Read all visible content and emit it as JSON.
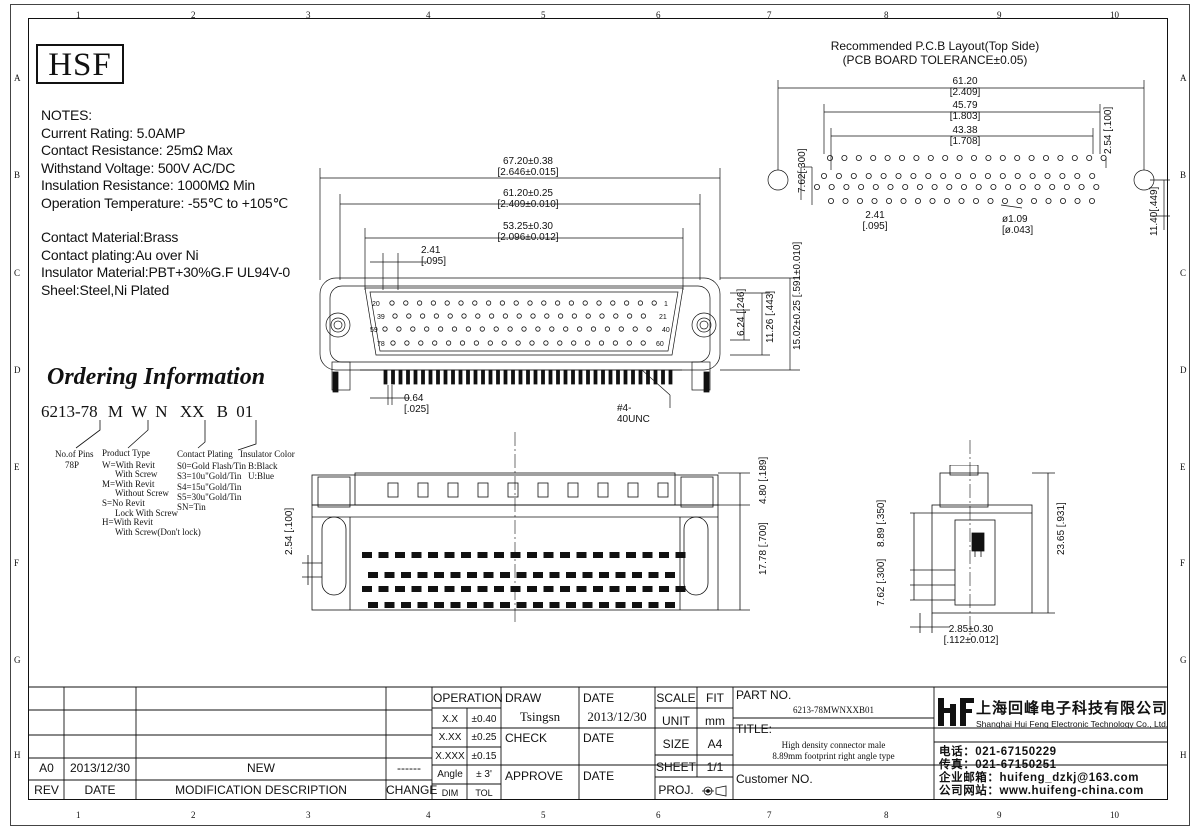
{
  "logo": {
    "text": "HSF"
  },
  "zones": {
    "cols": [
      "1",
      "2",
      "3",
      "4",
      "5",
      "6",
      "7",
      "8",
      "9",
      "10"
    ],
    "rows": [
      "A",
      "B",
      "C",
      "D",
      "E",
      "F",
      "G",
      "H"
    ]
  },
  "notes": {
    "heading": "NOTES:",
    "lines": [
      "Current Rating: 5.0AMP",
      "Contact Resistance: 25mΩ Max",
      "Withstand Voltage: 500V AC/DC",
      "Insulation Resistance: 1000MΩ Min",
      "Operation Temperature: -55℃ to +105℃"
    ],
    "material": [
      "Contact Material:Brass",
      "Contact plating:Au over Ni",
      "Insulator Material:PBT+30%G.F UL94V-0",
      "Sheel:Steel,Ni Plated"
    ]
  },
  "ordering": {
    "title": "Ordering Information",
    "code": [
      "6213-78",
      "M",
      "W",
      "N",
      "XX",
      "B",
      "01"
    ],
    "pins": {
      "label": "No.of Pins",
      "value": "78P"
    },
    "product_type": {
      "label": "Product Type",
      "options": [
        "W=With Revit",
        "With Screw",
        "M=With Revit",
        "Without Screw",
        "S=No Revit",
        "Lock With Screw",
        "H=With Revit",
        "With Screw(Don't lock)"
      ]
    },
    "plating": {
      "label": "Contact Plating",
      "options": [
        "S0=Gold Flash/Tin",
        "S3=10u\"Gold/Tin",
        "S4=15u\"Gold/Tin",
        "S5=30u\"Gold/Tin",
        "SN=Tin"
      ]
    },
    "color": {
      "label": "Insulator Color",
      "options": [
        "B:Black",
        "U:Blue"
      ]
    }
  },
  "pcb": {
    "title1": "Recommended P.C.B Layout(Top Side)",
    "title2": "(PCB BOARD TOLERANCE±0.05)",
    "dims": [
      "61.20",
      "[2.409]",
      "45.79",
      "[1.803]",
      "43.38",
      "[1.708]",
      "2.54",
      "[.100]",
      "7.62",
      "[.300]",
      "2.41",
      "[.095]",
      "ø1.09",
      "[ø.043]",
      "11.40",
      "[.449]"
    ]
  },
  "front": {
    "dims": [
      "67.20±0.38",
      "[2.646±0.015]",
      "61.20±0.25",
      "[2.409±0.010]",
      "53.25±0.30",
      "[2.096±0.012]",
      "2.41",
      "[.095]",
      "0.64",
      "[.025]",
      "#4-40UNC",
      "6.24",
      "[.246]",
      "11.26",
      "[.443]",
      "15.02±0.25",
      "[.591±0.010]"
    ],
    "pins": [
      "20",
      "1",
      "39",
      "21",
      "59",
      "40",
      "78",
      "60"
    ]
  },
  "bottom": {
    "dims": [
      "4.80",
      "[.189]",
      "17.78",
      "[.700]",
      "2.54",
      "[.100]"
    ]
  },
  "side": {
    "dims": [
      "8.89",
      "[.350]",
      "7.62",
      "[.300]",
      "23.65",
      "[.931]",
      "2.85±0.30",
      "[.112±0.012]"
    ]
  },
  "titleblock": {
    "rev_row": {
      "rev": "A0",
      "date": "2013/12/30",
      "desc": "NEW",
      "change": "------"
    },
    "rev_header": {
      "rev": "REV",
      "date": "DATE",
      "desc": "MODIFICATION  DESCRIPTION",
      "change": "CHANGE"
    },
    "operation": "OPERATION",
    "tol": [
      [
        "X.X",
        "±0.40"
      ],
      [
        "X.XX",
        "±0.25"
      ],
      [
        "X.XXX",
        "±0.15"
      ],
      [
        "Angle",
        "± 3'"
      ]
    ],
    "tol_footer": [
      "DIM",
      "TOL"
    ],
    "draw": "DRAW",
    "drawer": "Tsingsn",
    "date_label": "DATE",
    "draw_date": "2013/12/30",
    "check": "CHECK",
    "approve": "APPROVE",
    "scale": "SCALE",
    "fit": "FIT",
    "unit": "UNIT",
    "unit_val": "mm",
    "size": "SIZE",
    "size_val": "A4",
    "sheet": "SHEET",
    "sheet_val": "1/1",
    "proj": "PROJ.",
    "part_no_label": "PART NO.",
    "part_no": "6213-78MWNXXB01",
    "title_label": "TITLE:",
    "title_lines": [
      "High density connector male",
      "8.89mm footprint right angle type"
    ],
    "customer": "Customer NO.",
    "company_cn": "上海回峰电子科技有限公司",
    "company_en": "Shanghai Hui Feng Electronic Technology Co., Ltd.",
    "contact": [
      "电话：021-67150229",
      "传真：021-67150251",
      "企业邮箱：huifeng_dzkj@163.com",
      "公司网站：www.huifeng-china.com"
    ]
  }
}
